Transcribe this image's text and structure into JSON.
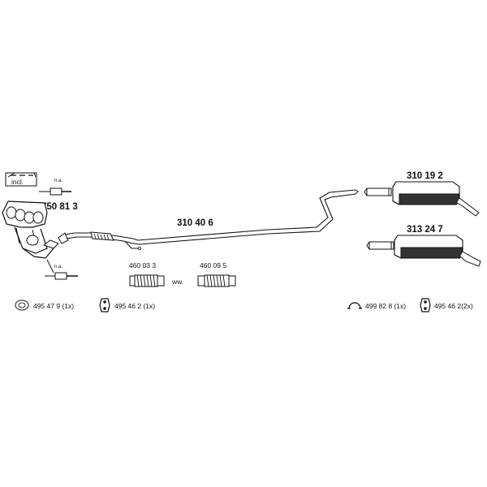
{
  "labels": {
    "incl": "incl.",
    "na_top": "n.a.",
    "na_bottom": "n.a.",
    "manifold": "750 81 3",
    "middle_pipe": "310 40 6",
    "rear_silencer_top": "310 19 2",
    "rear_silencer_bottom": "313 24 7",
    "flex_pipe_1": "460 03 3",
    "flex_pipe_2": "460 09 5",
    "ww": "ww."
  },
  "accessories": {
    "gasket_1": "495 47 9 (1x)",
    "hanger_1": "495 46 2 (1x)",
    "clamp_1": "499 82 8 (1x)",
    "hanger_2": "495 46 2(2x)"
  },
  "colors": {
    "line": "#111111",
    "fill_dark": "#333333",
    "fill_light": "#ffffff"
  }
}
